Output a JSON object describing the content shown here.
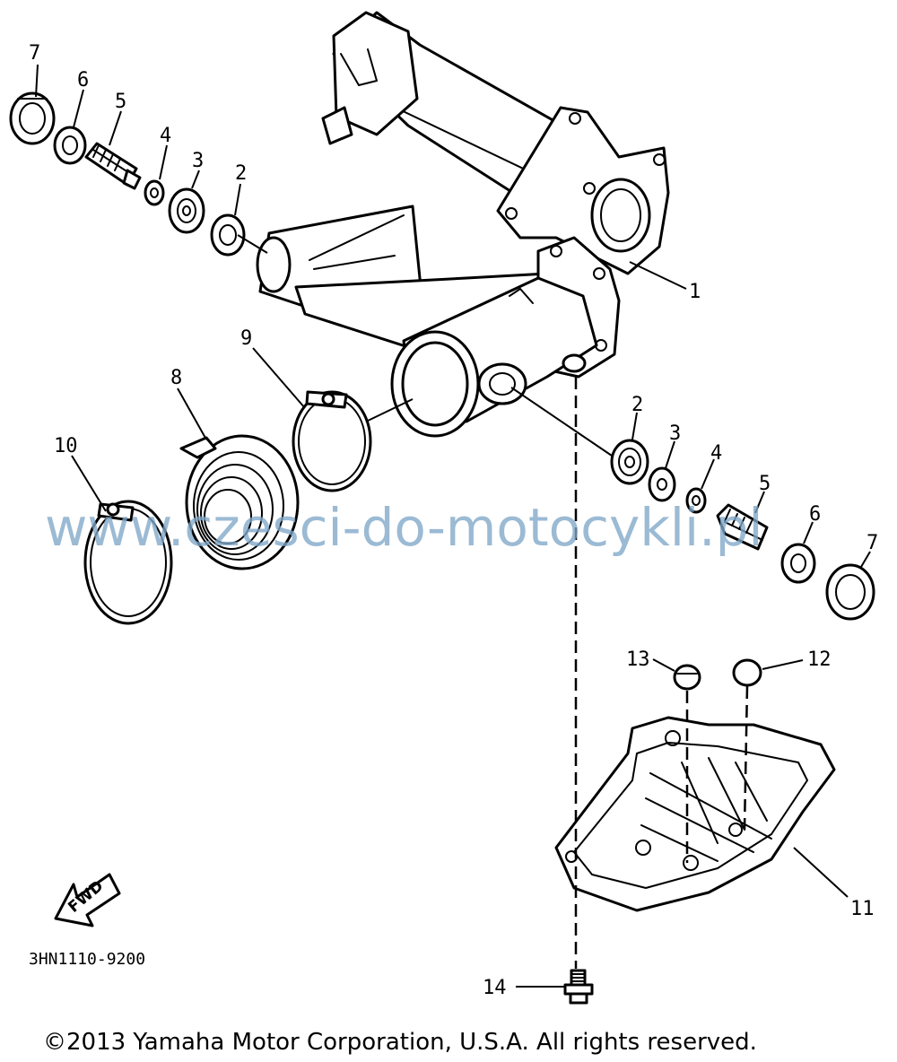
{
  "diagram": {
    "drawing_code": "3HN1110-9200",
    "fwd_label": "FWD",
    "watermark": "www.czesci-do-motocykli.pl",
    "copyright": "©2013 Yamaha Motor Corporation, U.S.A. All rights reserved.",
    "callouts": [
      {
        "id": "c7l",
        "number": "7"
      },
      {
        "id": "c6l",
        "number": "6"
      },
      {
        "id": "c5l",
        "number": "5"
      },
      {
        "id": "c4l",
        "number": "4"
      },
      {
        "id": "c3l",
        "number": "3"
      },
      {
        "id": "c2l",
        "number": "2"
      },
      {
        "id": "c1",
        "number": "1"
      },
      {
        "id": "c9",
        "number": "9"
      },
      {
        "id": "c8",
        "number": "8"
      },
      {
        "id": "c10",
        "number": "10"
      },
      {
        "id": "c2r",
        "number": "2"
      },
      {
        "id": "c3r",
        "number": "3"
      },
      {
        "id": "c4r",
        "number": "4"
      },
      {
        "id": "c5r",
        "number": "5"
      },
      {
        "id": "c6r",
        "number": "6"
      },
      {
        "id": "c7r",
        "number": "7"
      },
      {
        "id": "c13",
        "number": "13"
      },
      {
        "id": "c12",
        "number": "12"
      },
      {
        "id": "c11",
        "number": "11"
      },
      {
        "id": "c14",
        "number": "14"
      }
    ]
  }
}
